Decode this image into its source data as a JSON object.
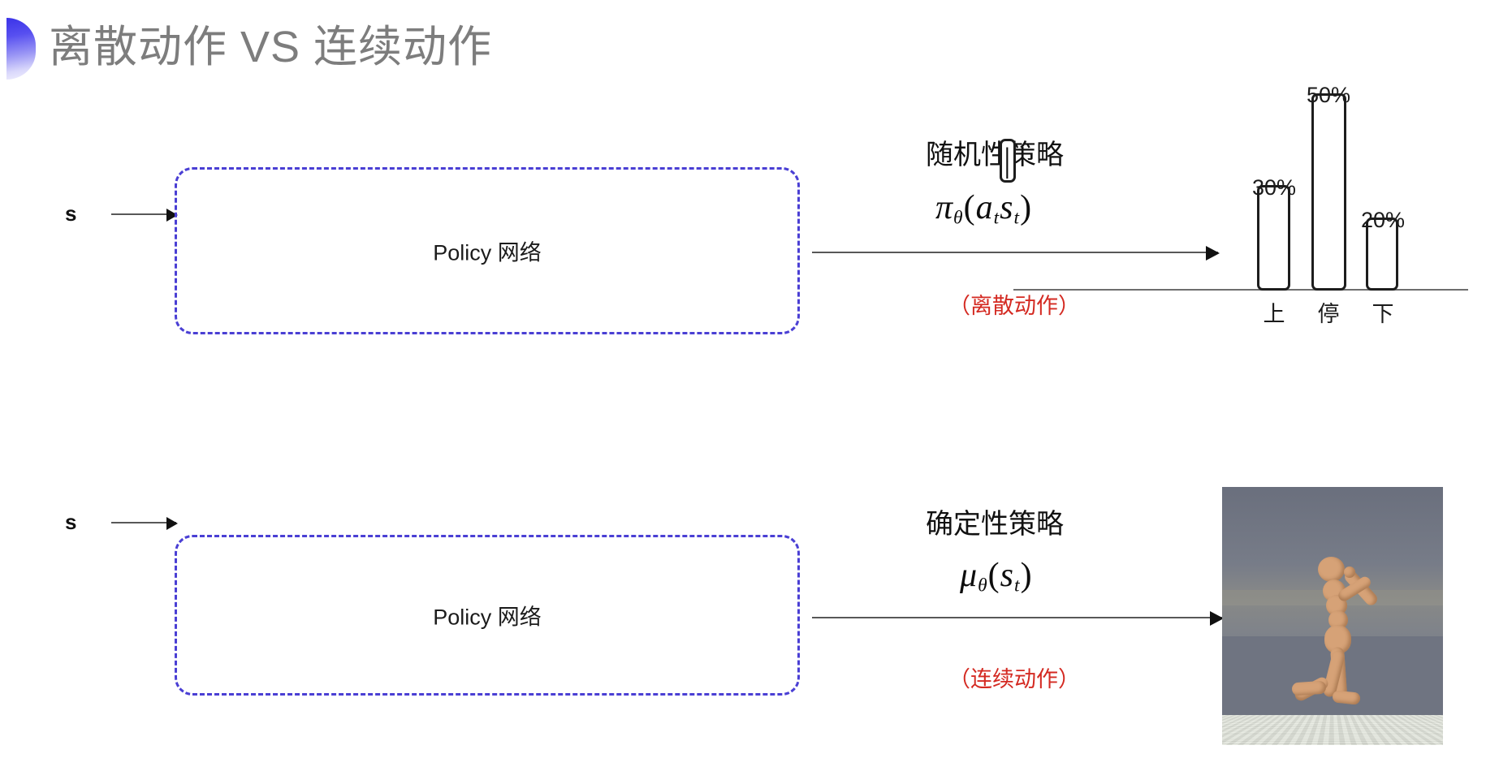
{
  "slide": {
    "title": "离散动作 VS 连续动作",
    "decoration_icon": "half-circle-gradient-icon",
    "accent_color": "#3b33e8",
    "title_color": "#7d7d7d",
    "background_color": "#ffffff"
  },
  "rows": [
    {
      "id": "discrete",
      "state_label": "s",
      "box_label": "Policy 网络",
      "policy_type": "随机性策略",
      "formula": {
        "head": "π",
        "head_sub": "θ",
        "open": "(",
        "arg": "a",
        "arg_sub": "t",
        "bar": "|",
        "cond": "s",
        "cond_sub": "t",
        "close": ")"
      },
      "action_tag": "（离散动作）",
      "action_tag_color": "#d42a22"
    },
    {
      "id": "continuous",
      "state_label": "s",
      "box_label": "Policy 网络",
      "policy_type": "确定性策略",
      "formula": {
        "head": "μ",
        "head_sub": "θ",
        "open": "(",
        "arg": "s",
        "arg_sub": "t",
        "close": ")"
      },
      "action_tag": "（连续动作）",
      "action_tag_color": "#d42a22"
    }
  ],
  "chart_data": {
    "type": "bar",
    "title": "",
    "categories": [
      "上",
      "停",
      "下"
    ],
    "values": [
      30,
      50,
      20
    ],
    "value_labels": [
      "30%",
      "50%",
      "20%"
    ],
    "xlabel": "",
    "ylabel": "",
    "ylim": [
      0,
      55
    ],
    "grid": false,
    "legend": "none",
    "bar_fill": "#ffffff",
    "bar_stroke": "#1d1d1d"
  },
  "humanoid": {
    "caption": "",
    "alt_name": "mujoco-humanoid-simulation",
    "sky_color": "#6f7481",
    "floor_colors": [
      "#101010",
      "#e9ece4"
    ],
    "body_color": "#d6a277"
  }
}
